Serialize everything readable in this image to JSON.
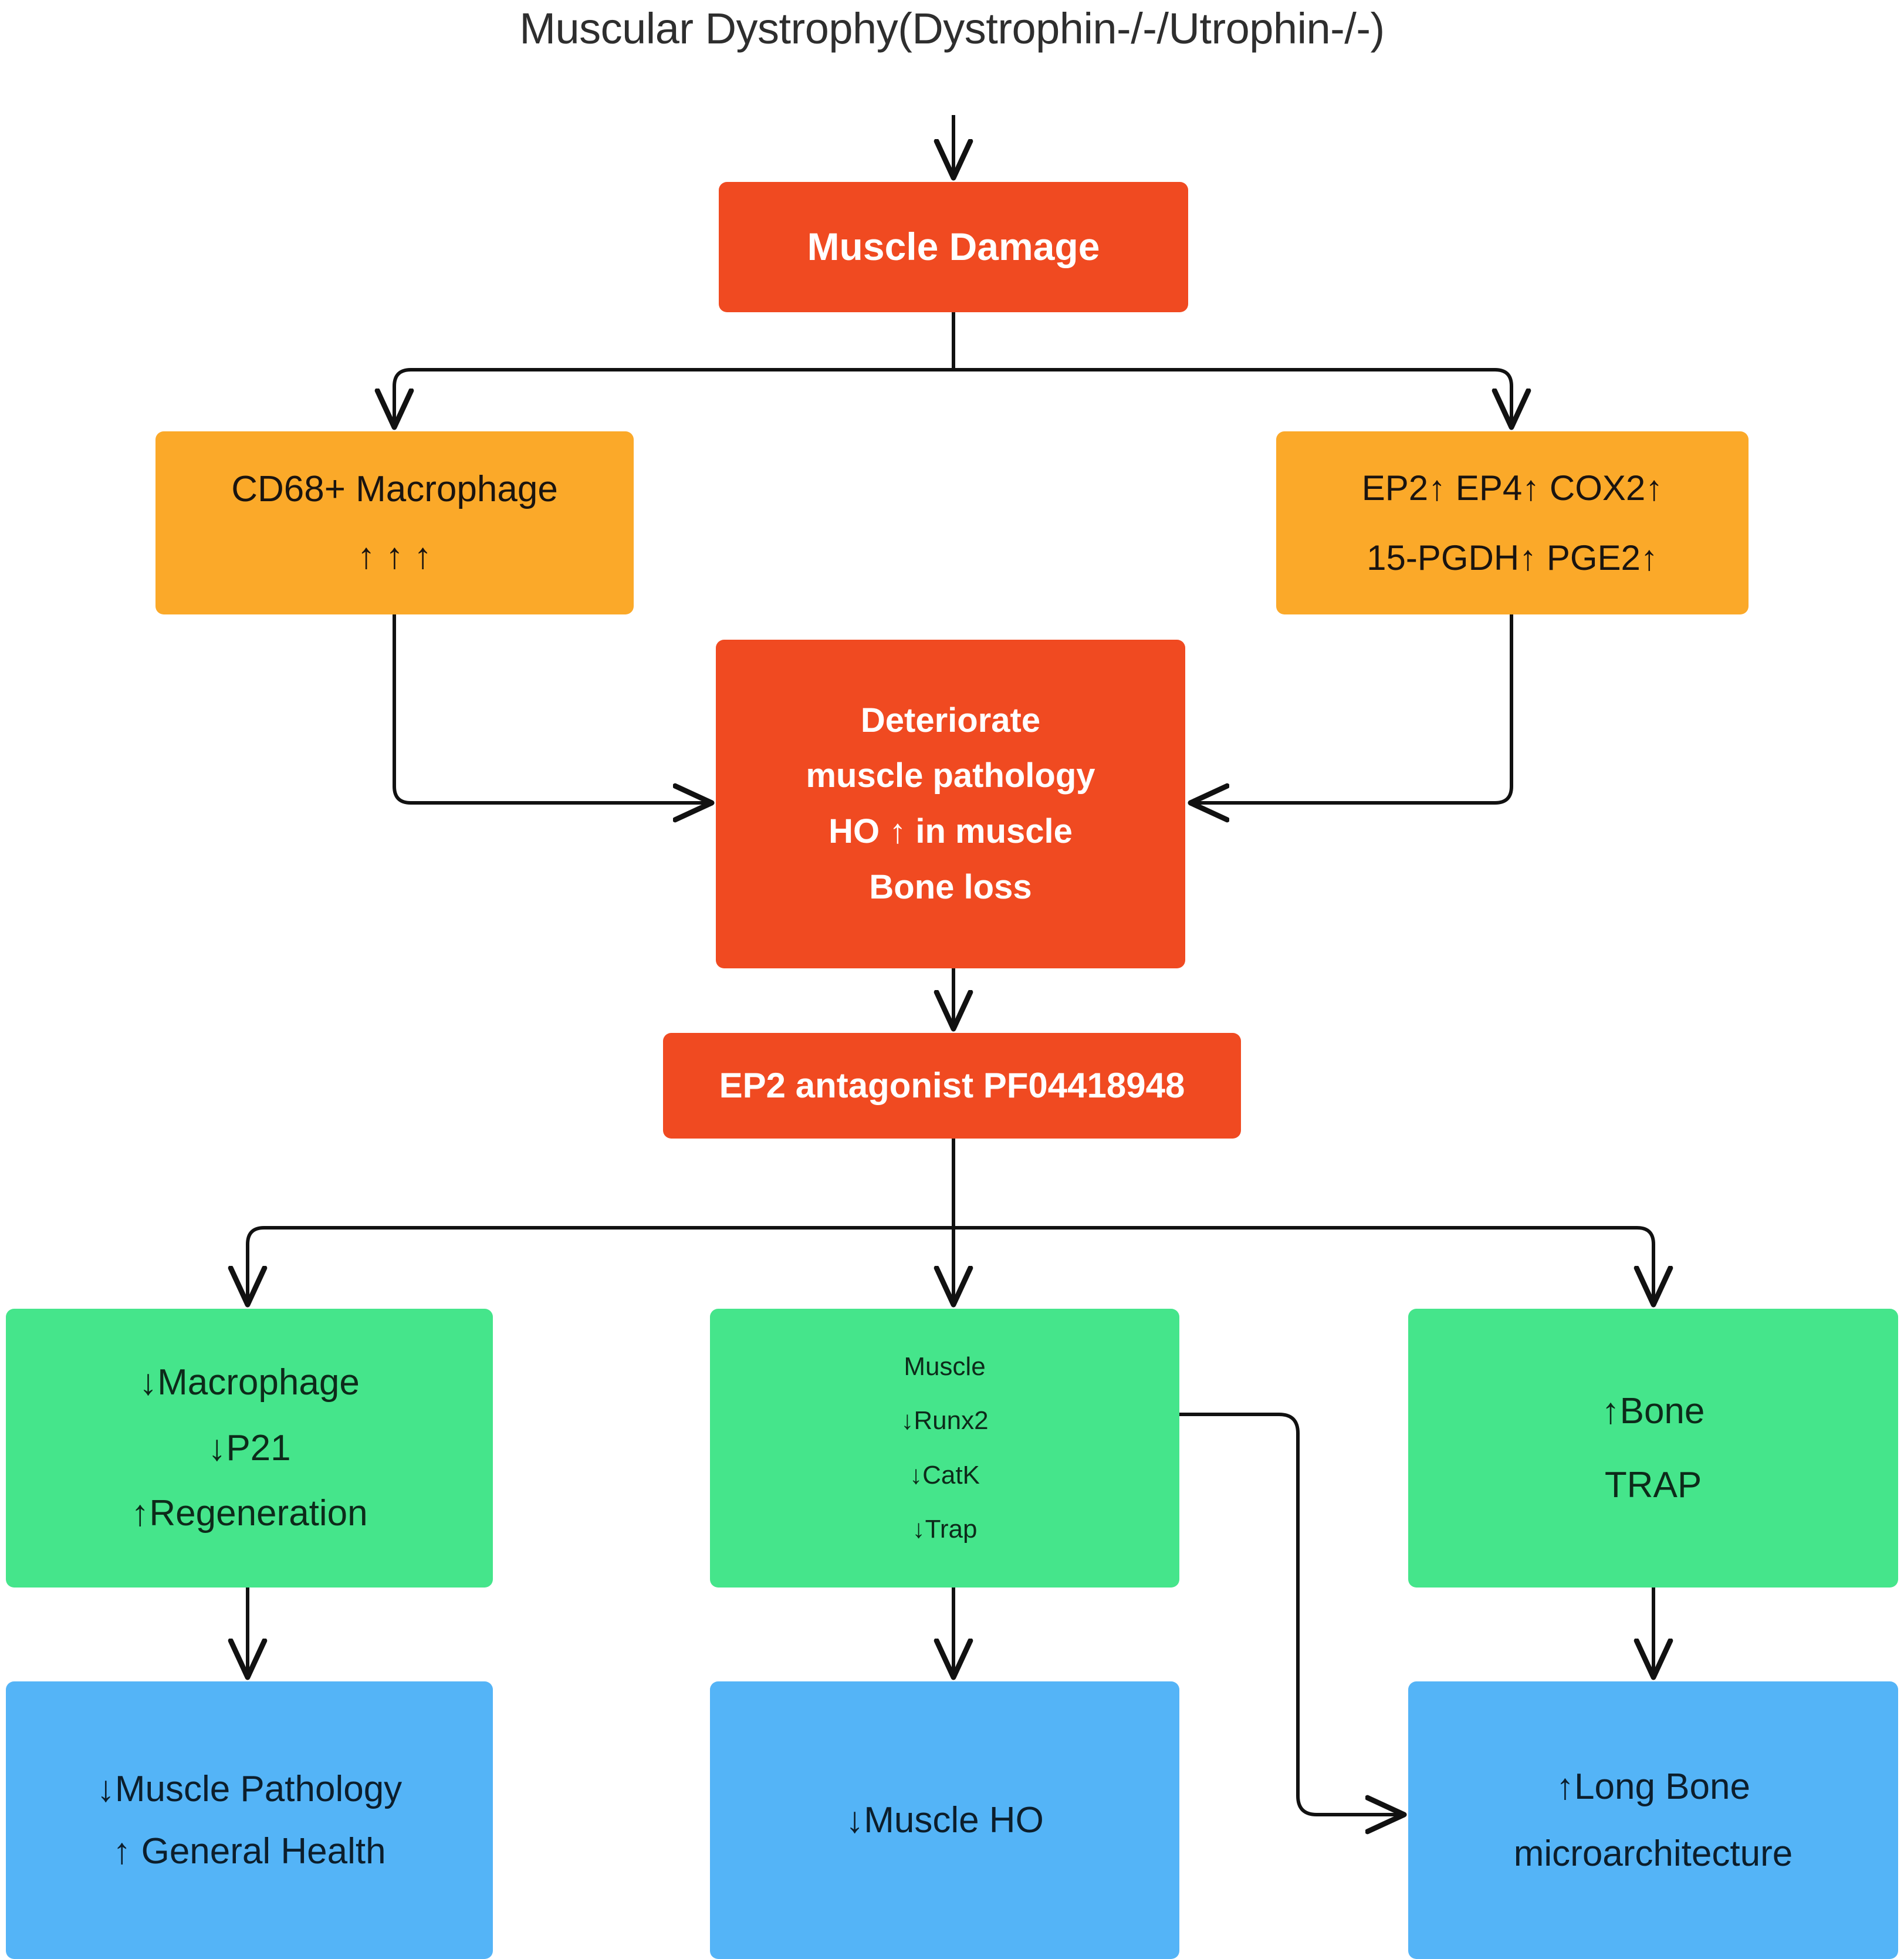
{
  "title": "Muscular Dystrophy(Dystrophin-/-/Utrophin-/-)",
  "colors": {
    "red": "#F04A21",
    "orange": "#FBA929",
    "green": "#45E58B",
    "blue": "#54B4F7",
    "connector": "#111111",
    "title_text": "#2e2e2e"
  },
  "nodes": {
    "muscle_damage": {
      "lines": [
        "Muscle Damage"
      ]
    },
    "cd68_macrophage": {
      "lines": [
        "CD68+ Macrophage",
        "↑ ↑ ↑"
      ]
    },
    "ep_panel": {
      "lines": [
        "EP2↑ EP4↑ COX2↑",
        "15-PGDH↑ PGE2↑"
      ]
    },
    "deteriorate": {
      "lines": [
        "Deteriorate",
        "muscle pathology",
        "HO ↑ in muscle",
        "Bone loss"
      ]
    },
    "ep2_antagonist": {
      "lines": [
        "EP2 antagonist PF04418948"
      ]
    },
    "green_left": {
      "lines": [
        "↓Macrophage",
        "↓P21",
        "↑Regeneration"
      ]
    },
    "green_mid": {
      "lines": [
        "Muscle",
        "↓Runx2",
        "↓CatK",
        "↓Trap"
      ]
    },
    "green_right": {
      "lines": [
        "↑Bone",
        "TRAP"
      ]
    },
    "blue_left": {
      "lines": [
        "↓Muscle Pathology",
        "↑ General Health"
      ]
    },
    "blue_mid": {
      "lines": [
        "↓Muscle HO"
      ]
    },
    "blue_right": {
      "lines": [
        "↑Long Bone",
        "microarchitecture"
      ]
    }
  },
  "connectors": [
    {
      "name": "title-to-muscle-damage",
      "type": "arrow-down"
    },
    {
      "name": "muscle-damage-split-to-orange-boxes",
      "type": "split-two"
    },
    {
      "name": "cd68-to-deteriorate",
      "type": "elbow-right-arrow"
    },
    {
      "name": "ep-panel-to-deteriorate",
      "type": "elbow-left-arrow"
    },
    {
      "name": "deteriorate-to-ep2-antagonist",
      "type": "arrow-down"
    },
    {
      "name": "ep2-antagonist-split-to-green-boxes",
      "type": "split-three"
    },
    {
      "name": "green-left-to-blue-left",
      "type": "arrow-down"
    },
    {
      "name": "green-mid-to-blue-mid",
      "type": "arrow-down"
    },
    {
      "name": "green-right-to-blue-right",
      "type": "arrow-down"
    },
    {
      "name": "green-mid-to-blue-right",
      "type": "s-elbow-arrow"
    }
  ]
}
